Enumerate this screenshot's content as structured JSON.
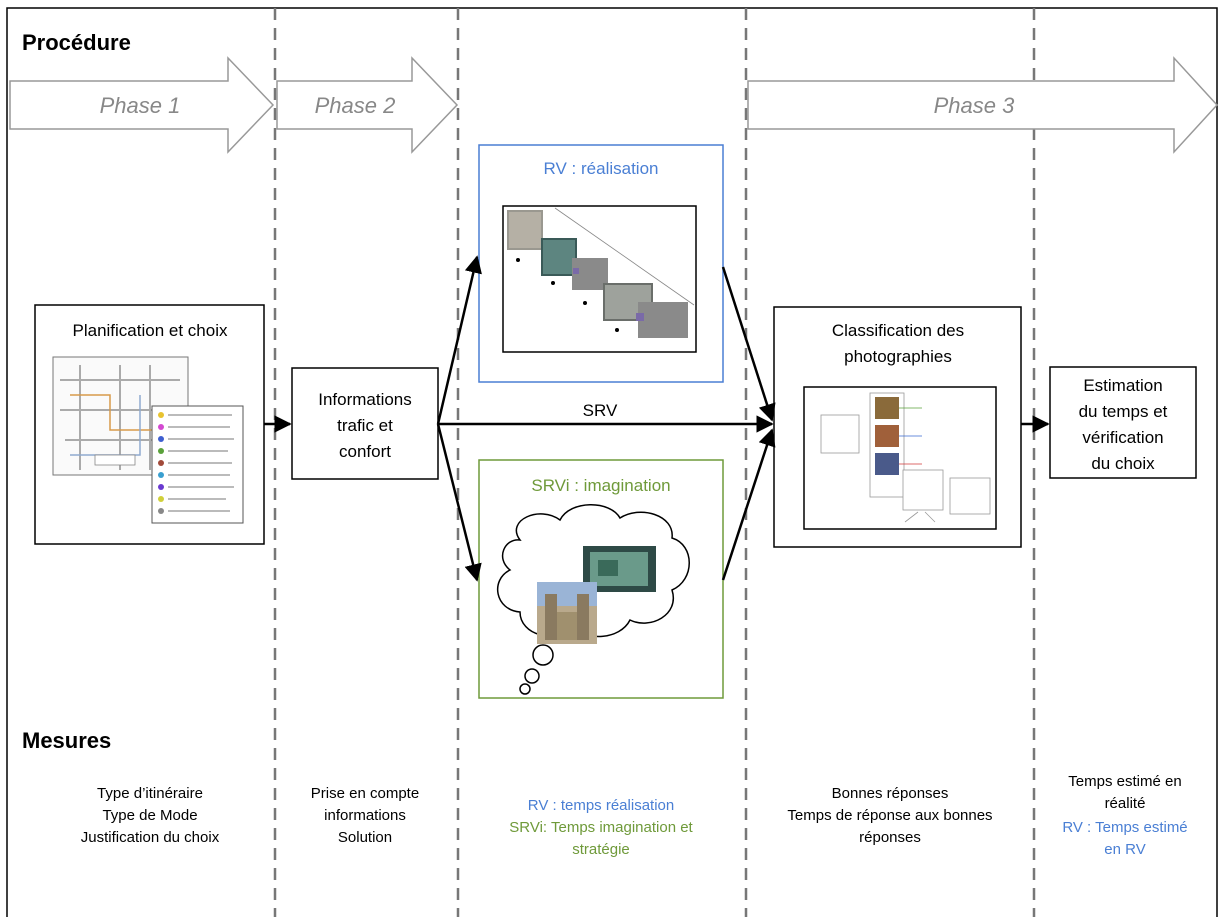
{
  "headings": {
    "procedure": "Procédure",
    "mesures": "Mesures"
  },
  "phases": {
    "phase1": "Phase 1",
    "phase2": "Phase 2",
    "phase3": "Phase 3"
  },
  "boxes": {
    "planification": "Planification et choix",
    "informations": [
      "Informations",
      "trafic et",
      "confort"
    ],
    "rv_title": "RV : réalisation",
    "srvi_title": "SRVi : imagination",
    "classification": [
      "Classification des",
      "photographies"
    ],
    "estimation": [
      "Estimation",
      "du temps et",
      "vérification",
      "du choix"
    ]
  },
  "arrow_labels": {
    "srv": "SRV"
  },
  "mesures": {
    "col1": [
      "Type d’itinéraire",
      "Type de Mode",
      "Justification du choix"
    ],
    "col2": [
      "Prise en compte",
      "informations",
      "Solution"
    ],
    "col3_rv": "RV : temps réalisation",
    "col3_srvi": [
      "SRVi: Temps imagination et",
      "stratégie"
    ],
    "col4": [
      "Bonnes réponses",
      "Temps de réponse aux  bonnes",
      "réponses"
    ],
    "col5": [
      "Temps estimé en",
      "réalité"
    ],
    "col5_rv": [
      "RV : Temps estimé",
      "en RV"
    ]
  },
  "colors": {
    "rv_blue": "#4a7fd4",
    "srvi_green": "#6f9a3a",
    "phase_text": "#888888",
    "phase_outline": "#999999",
    "divider": "#777777"
  }
}
